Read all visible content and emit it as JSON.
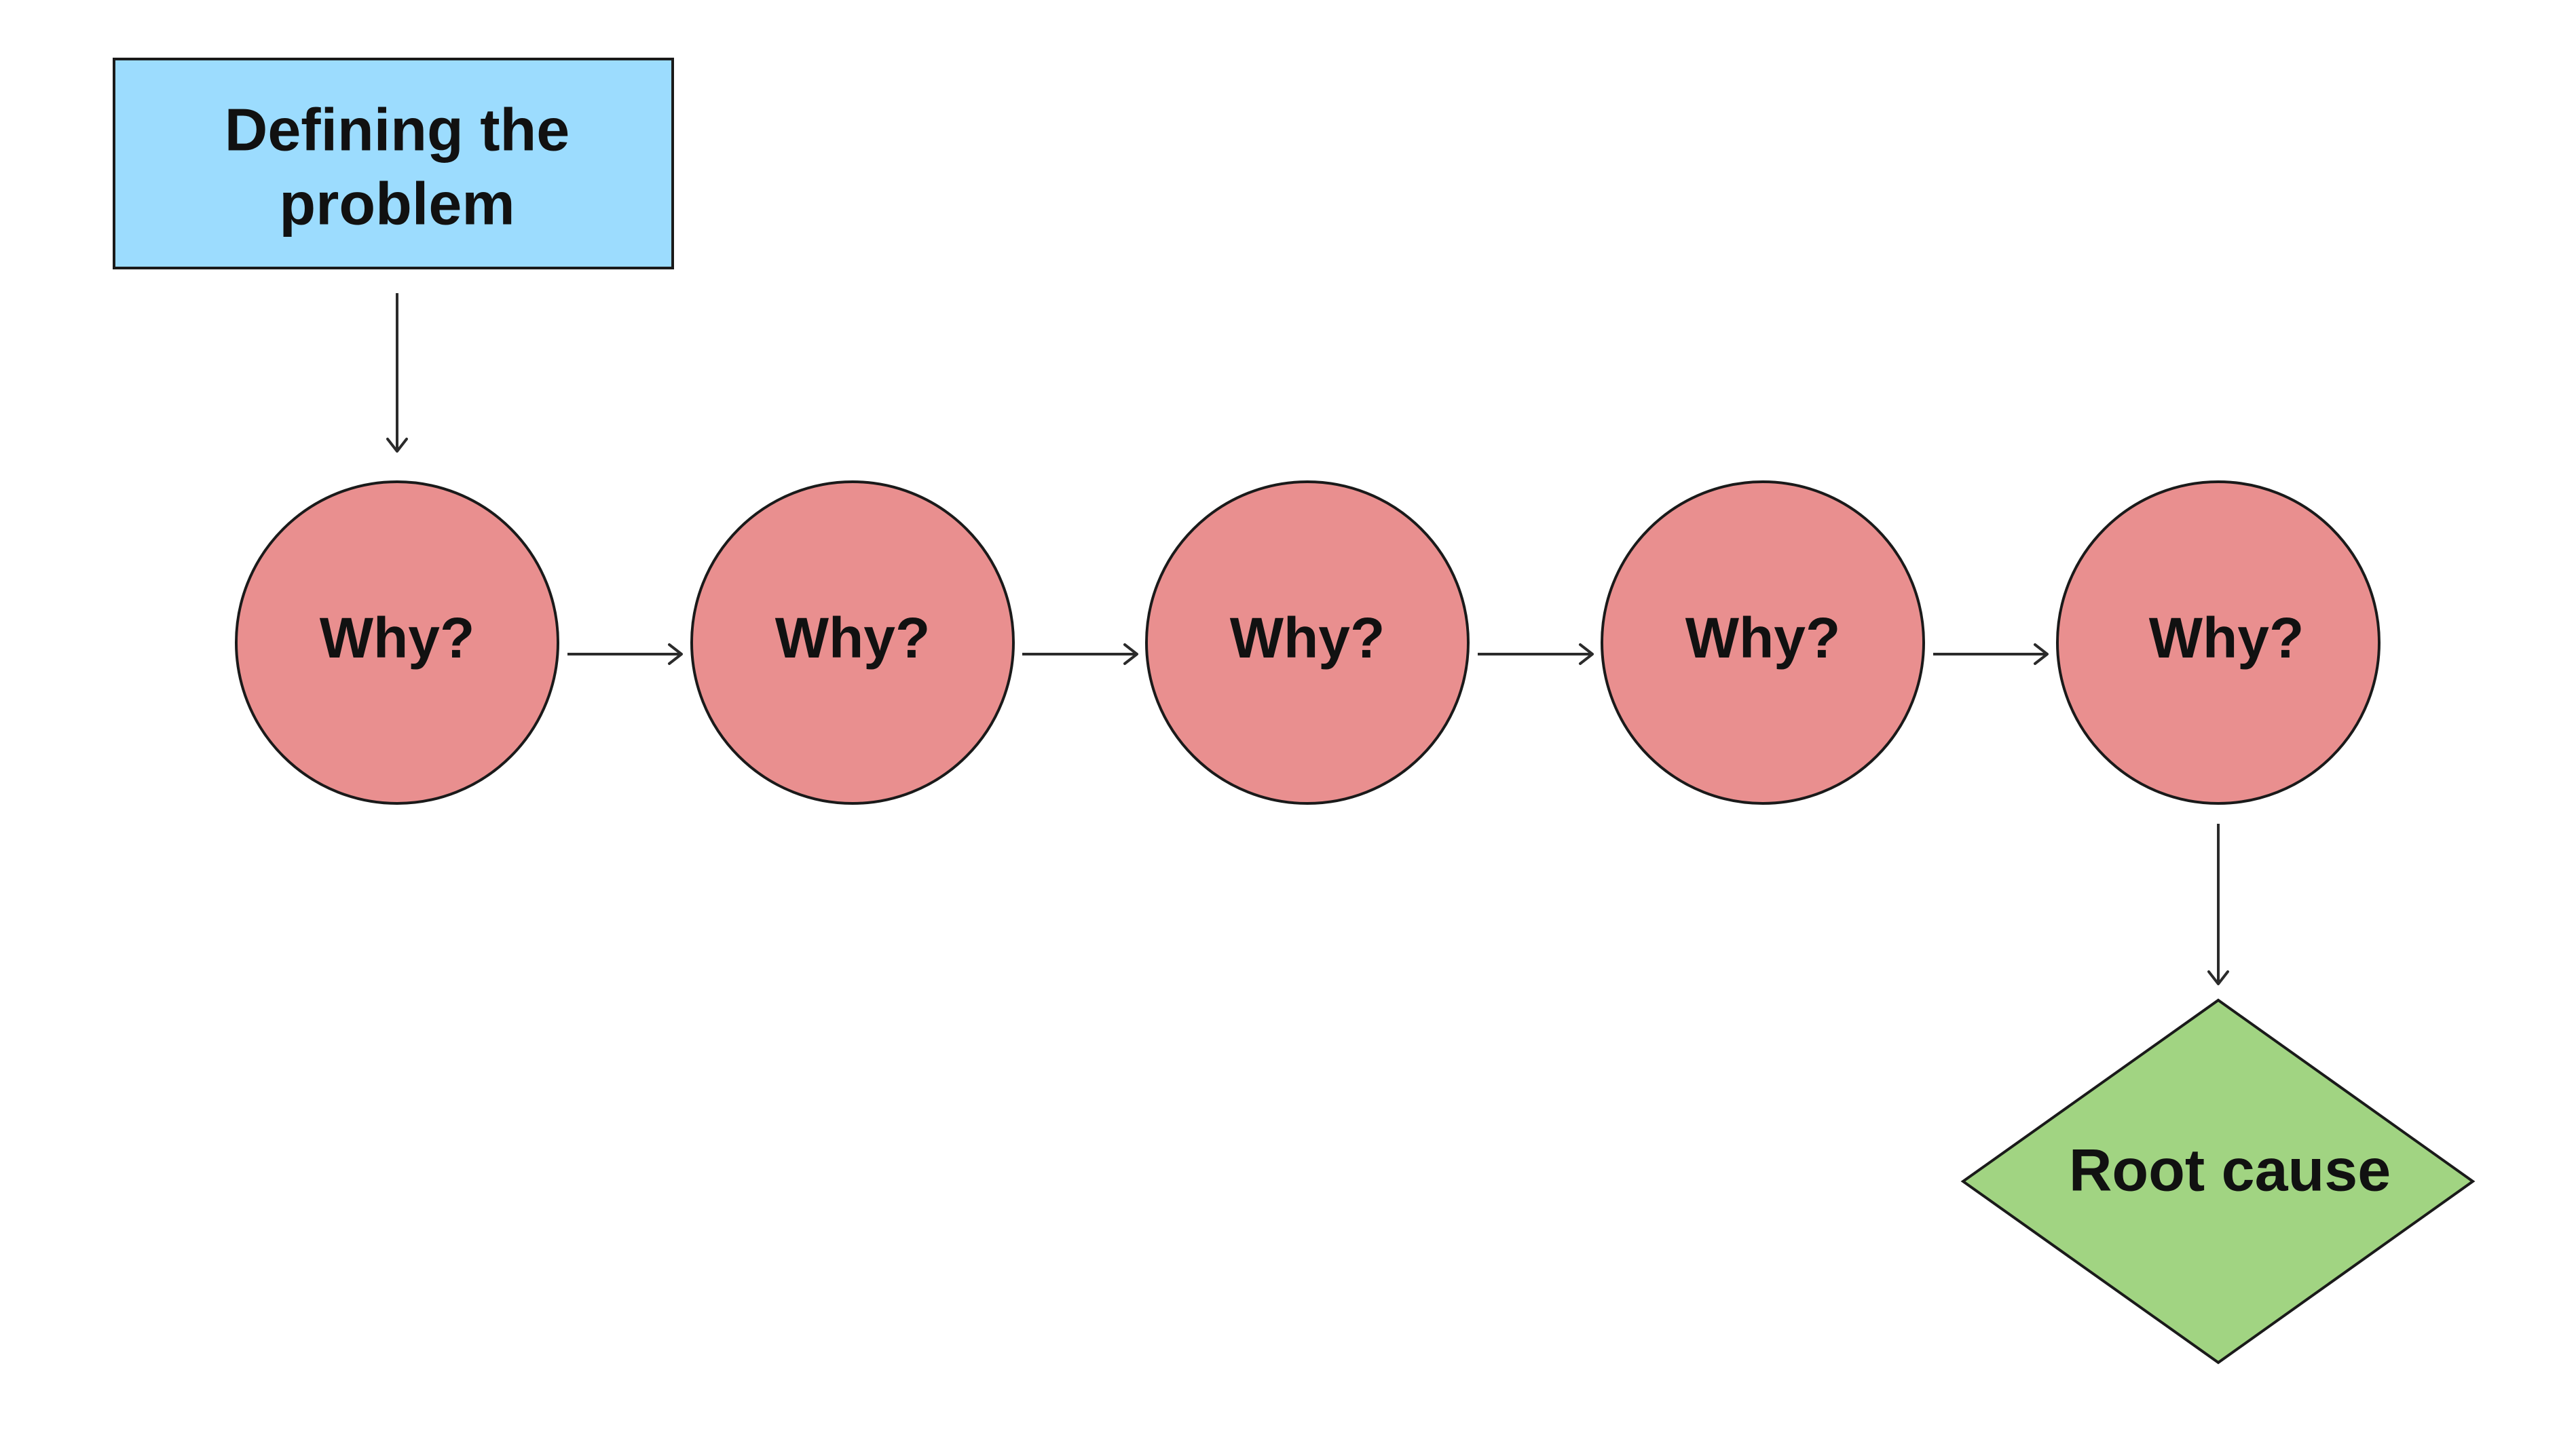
{
  "diagram": {
    "problem": {
      "line1": "Defining the",
      "line2": "problem",
      "fill": "#9cdcfe"
    },
    "whys": [
      {
        "label": "Why?"
      },
      {
        "label": "Why?"
      },
      {
        "label": "Why?"
      },
      {
        "label": "Why?"
      },
      {
        "label": "Why?"
      }
    ],
    "why_fill": "#e98f8f",
    "root": {
      "label": "Root cause",
      "fill": "#a1d482"
    },
    "line_color": "#2b2b2b"
  }
}
